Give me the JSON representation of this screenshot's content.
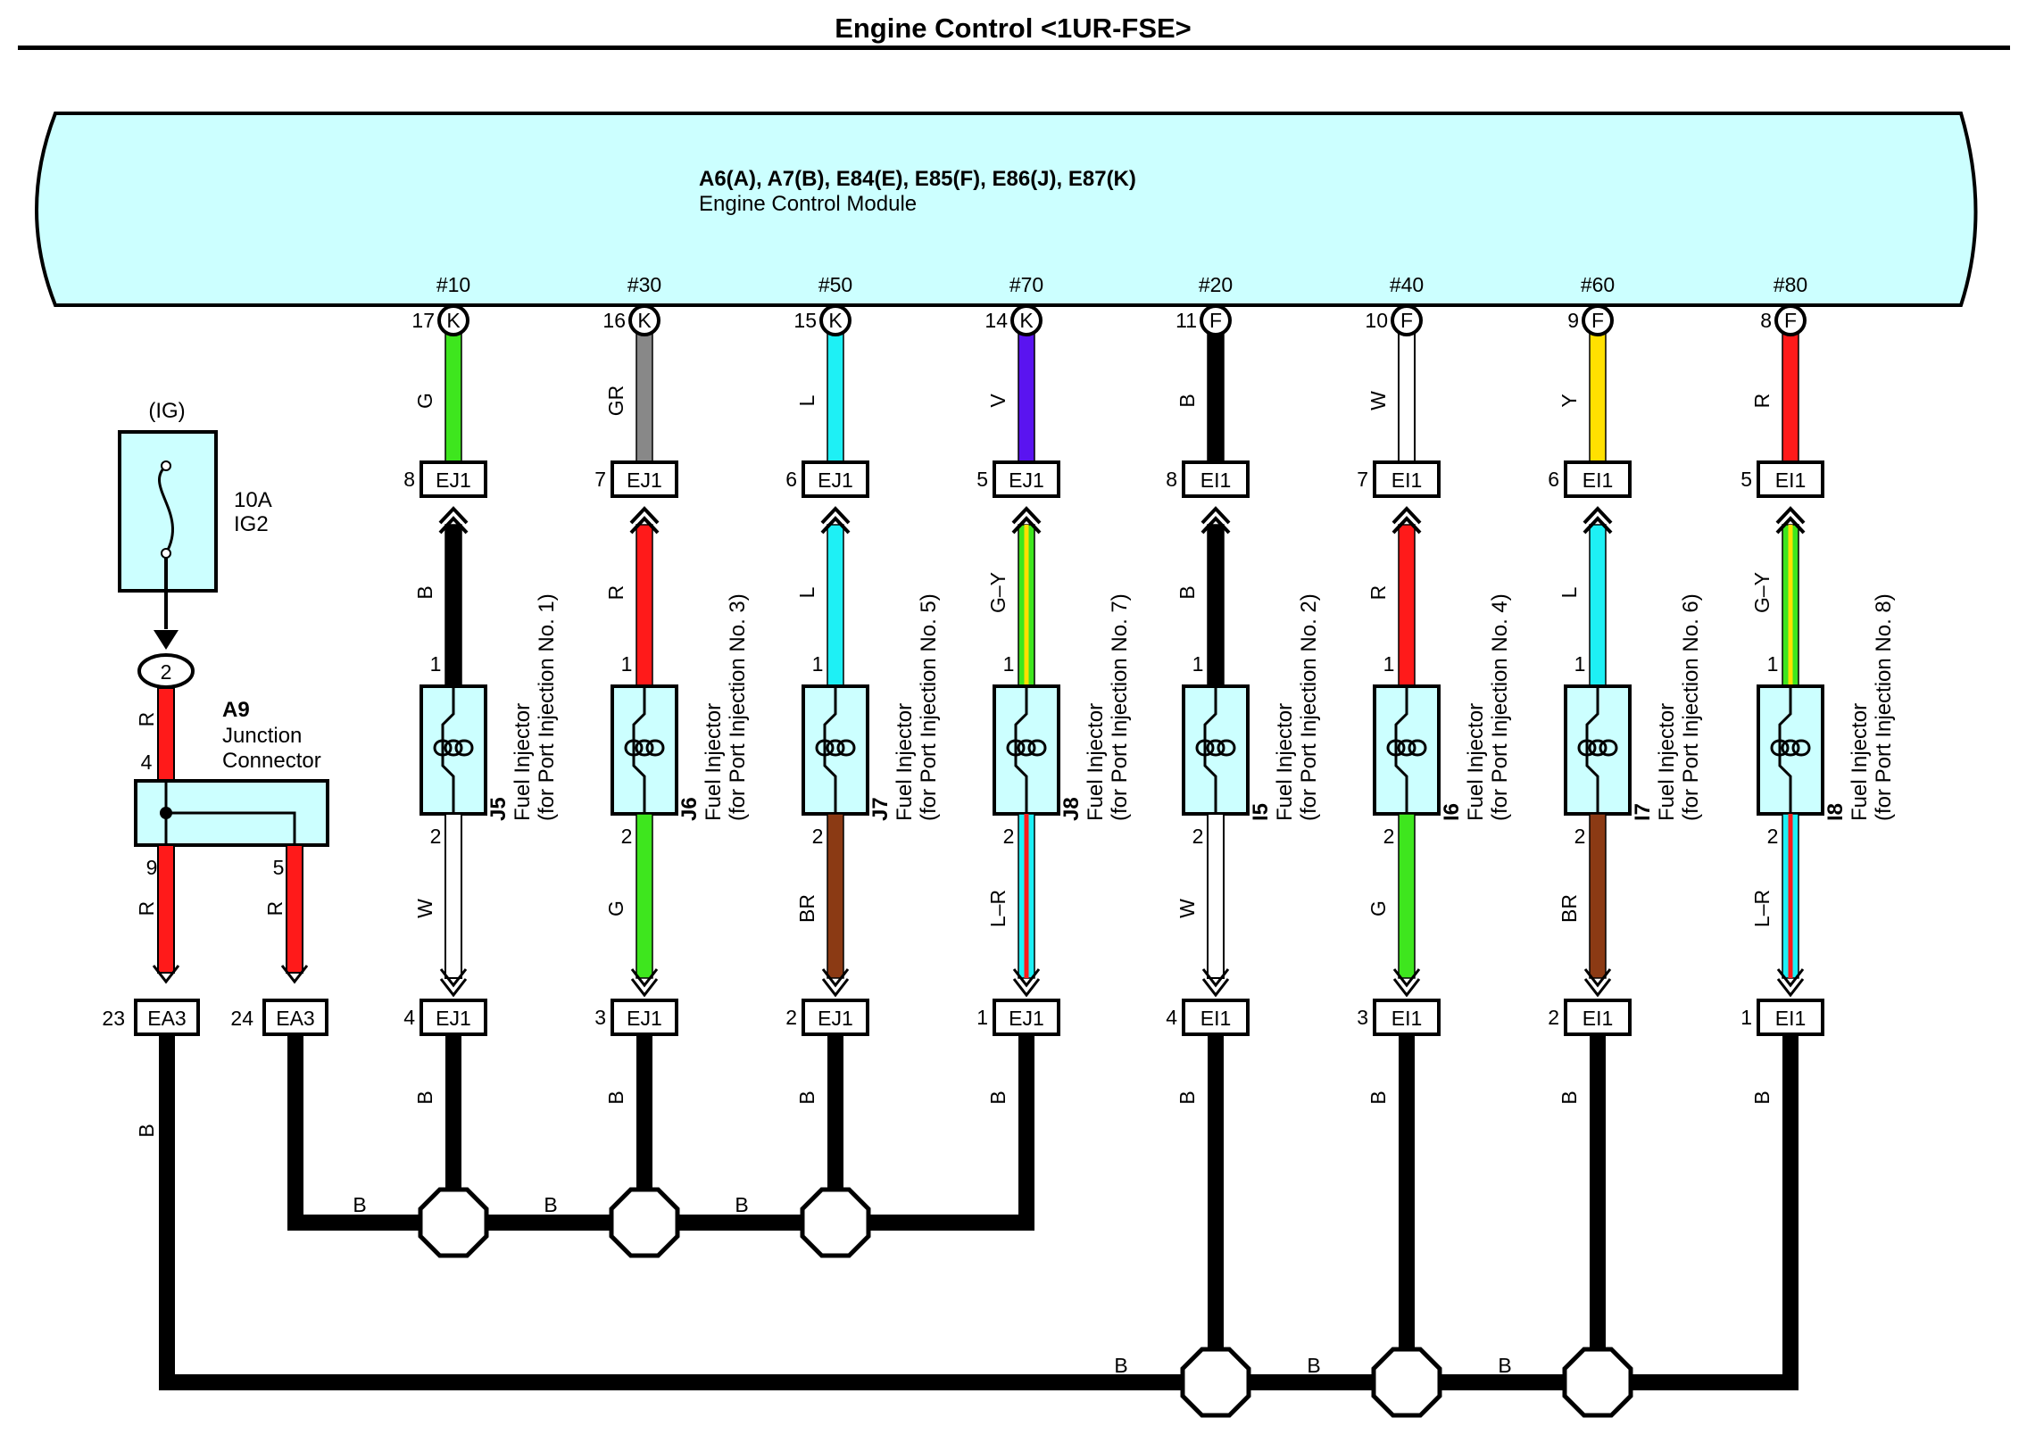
{
  "title": "Engine Control <1UR-FSE>",
  "ecm": {
    "connectors": "A6(A), A7(B), E84(E), E85(F), E86(J), E87(K)",
    "name": "Engine Control Module"
  },
  "fuse": {
    "ig": "(IG)",
    "amp": "10A",
    "name": "IG2",
    "pin": "2",
    "wire": "R"
  },
  "junction": {
    "id": "A9",
    "name1": "Junction",
    "name2": "Connector",
    "pin_top": "4",
    "pin_left": "9",
    "pin_right": "5",
    "wire_left": "R",
    "wire_right": "R",
    "conn_left_pin": "23",
    "conn_right_pin": "24",
    "conn_label": "EA3",
    "ground_wire": "B"
  },
  "injectors": [
    {
      "sig": "#10",
      "ecm_pin": "17",
      "ecm_conn": "K",
      "top_wire": "G",
      "top_color": "#3ee61e",
      "mid_pin": "8",
      "mid_conn": "EJ1",
      "mid_wire": "B",
      "mid_color": "#000000",
      "id": "J5",
      "title": "Fuel Injector",
      "sub": "(for Port Injection No. 1)",
      "pin1": "1",
      "pin2": "2",
      "low_wire": "W",
      "low_color": "#ffffff",
      "bot_pin": "4",
      "bot_conn": "EJ1",
      "gnd_wire": "B"
    },
    {
      "sig": "#30",
      "ecm_pin": "16",
      "ecm_conn": "K",
      "top_wire": "GR",
      "top_color": "#888888",
      "mid_pin": "7",
      "mid_conn": "EJ1",
      "mid_wire": "R",
      "mid_color": "#ff1a1a",
      "id": "J6",
      "title": "Fuel Injector",
      "sub": "(for Port Injection No. 3)",
      "pin1": "1",
      "pin2": "2",
      "low_wire": "G",
      "low_color": "#3ee61e",
      "bot_pin": "3",
      "bot_conn": "EJ1",
      "gnd_wire": "B"
    },
    {
      "sig": "#50",
      "ecm_pin": "15",
      "ecm_conn": "K",
      "top_wire": "L",
      "top_color": "#1ef0f5",
      "mid_pin": "6",
      "mid_conn": "EJ1",
      "mid_wire": "L",
      "mid_color": "#1ef0f5",
      "id": "J7",
      "title": "Fuel Injector",
      "sub": "(for Port Injection No. 5)",
      "pin1": "1",
      "pin2": "2",
      "low_wire": "BR",
      "low_color": "#8b3a14",
      "bot_pin": "2",
      "bot_conn": "EJ1",
      "gnd_wire": "B"
    },
    {
      "sig": "#70",
      "ecm_pin": "14",
      "ecm_conn": "K",
      "top_wire": "V",
      "top_color": "#5a14f0",
      "mid_pin": "5",
      "mid_conn": "EJ1",
      "mid_wire": "G–Y",
      "mid_color": "#3ee61e",
      "mid_stripe": "#ffe000",
      "id": "J8",
      "title": "Fuel Injector",
      "sub": "(for Port Injection No. 7)",
      "pin1": "1",
      "pin2": "2",
      "low_wire": "L–R",
      "low_color": "#1ef0f5",
      "low_stripe": "#ff1a1a",
      "bot_pin": "1",
      "bot_conn": "EJ1",
      "gnd_wire": "B"
    },
    {
      "sig": "#20",
      "ecm_pin": "11",
      "ecm_conn": "F",
      "top_wire": "B",
      "top_color": "#000000",
      "mid_pin": "8",
      "mid_conn": "EI1",
      "mid_wire": "B",
      "mid_color": "#000000",
      "id": "I5",
      "title": "Fuel Injector",
      "sub": "(for Port Injection No. 2)",
      "pin1": "1",
      "pin2": "2",
      "low_wire": "W",
      "low_color": "#ffffff",
      "bot_pin": "4",
      "bot_conn": "EI1",
      "gnd_wire": "B"
    },
    {
      "sig": "#40",
      "ecm_pin": "10",
      "ecm_conn": "F",
      "top_wire": "W",
      "top_color": "#ffffff",
      "mid_pin": "7",
      "mid_conn": "EI1",
      "mid_wire": "R",
      "mid_color": "#ff1a1a",
      "id": "I6",
      "title": "Fuel Injector",
      "sub": "(for Port Injection No. 4)",
      "pin1": "1",
      "pin2": "2",
      "low_wire": "G",
      "low_color": "#3ee61e",
      "bot_pin": "3",
      "bot_conn": "EI1",
      "gnd_wire": "B"
    },
    {
      "sig": "#60",
      "ecm_pin": "9",
      "ecm_conn": "F",
      "top_wire": "Y",
      "top_color": "#ffe000",
      "mid_pin": "6",
      "mid_conn": "EI1",
      "mid_wire": "L",
      "mid_color": "#1ef0f5",
      "id": "I7",
      "title": "Fuel Injector",
      "sub": "(for Port Injection No. 6)",
      "pin1": "1",
      "pin2": "2",
      "low_wire": "BR",
      "low_color": "#8b3a14",
      "bot_pin": "2",
      "bot_conn": "EI1",
      "gnd_wire": "B"
    },
    {
      "sig": "#80",
      "ecm_pin": "8",
      "ecm_conn": "F",
      "top_wire": "R",
      "top_color": "#ff1a1a",
      "mid_pin": "5",
      "mid_conn": "EI1",
      "mid_wire": "G–Y",
      "mid_color": "#3ee61e",
      "mid_stripe": "#ffe000",
      "id": "I8",
      "title": "Fuel Injector",
      "sub": "(for Port Injection No. 8)",
      "pin1": "1",
      "pin2": "2",
      "low_wire": "L–R",
      "low_color": "#1ef0f5",
      "low_stripe": "#ff1a1a",
      "bot_pin": "1",
      "bot_conn": "EI1",
      "gnd_wire": "B"
    }
  ],
  "ground_bus": {
    "upper_labels": [
      "B",
      "B",
      "B"
    ],
    "lower_labels": [
      "B",
      "B",
      "B"
    ]
  },
  "colors": {
    "module_fill": "#ccffff",
    "red": "#ff1a1a",
    "black": "#000000"
  }
}
